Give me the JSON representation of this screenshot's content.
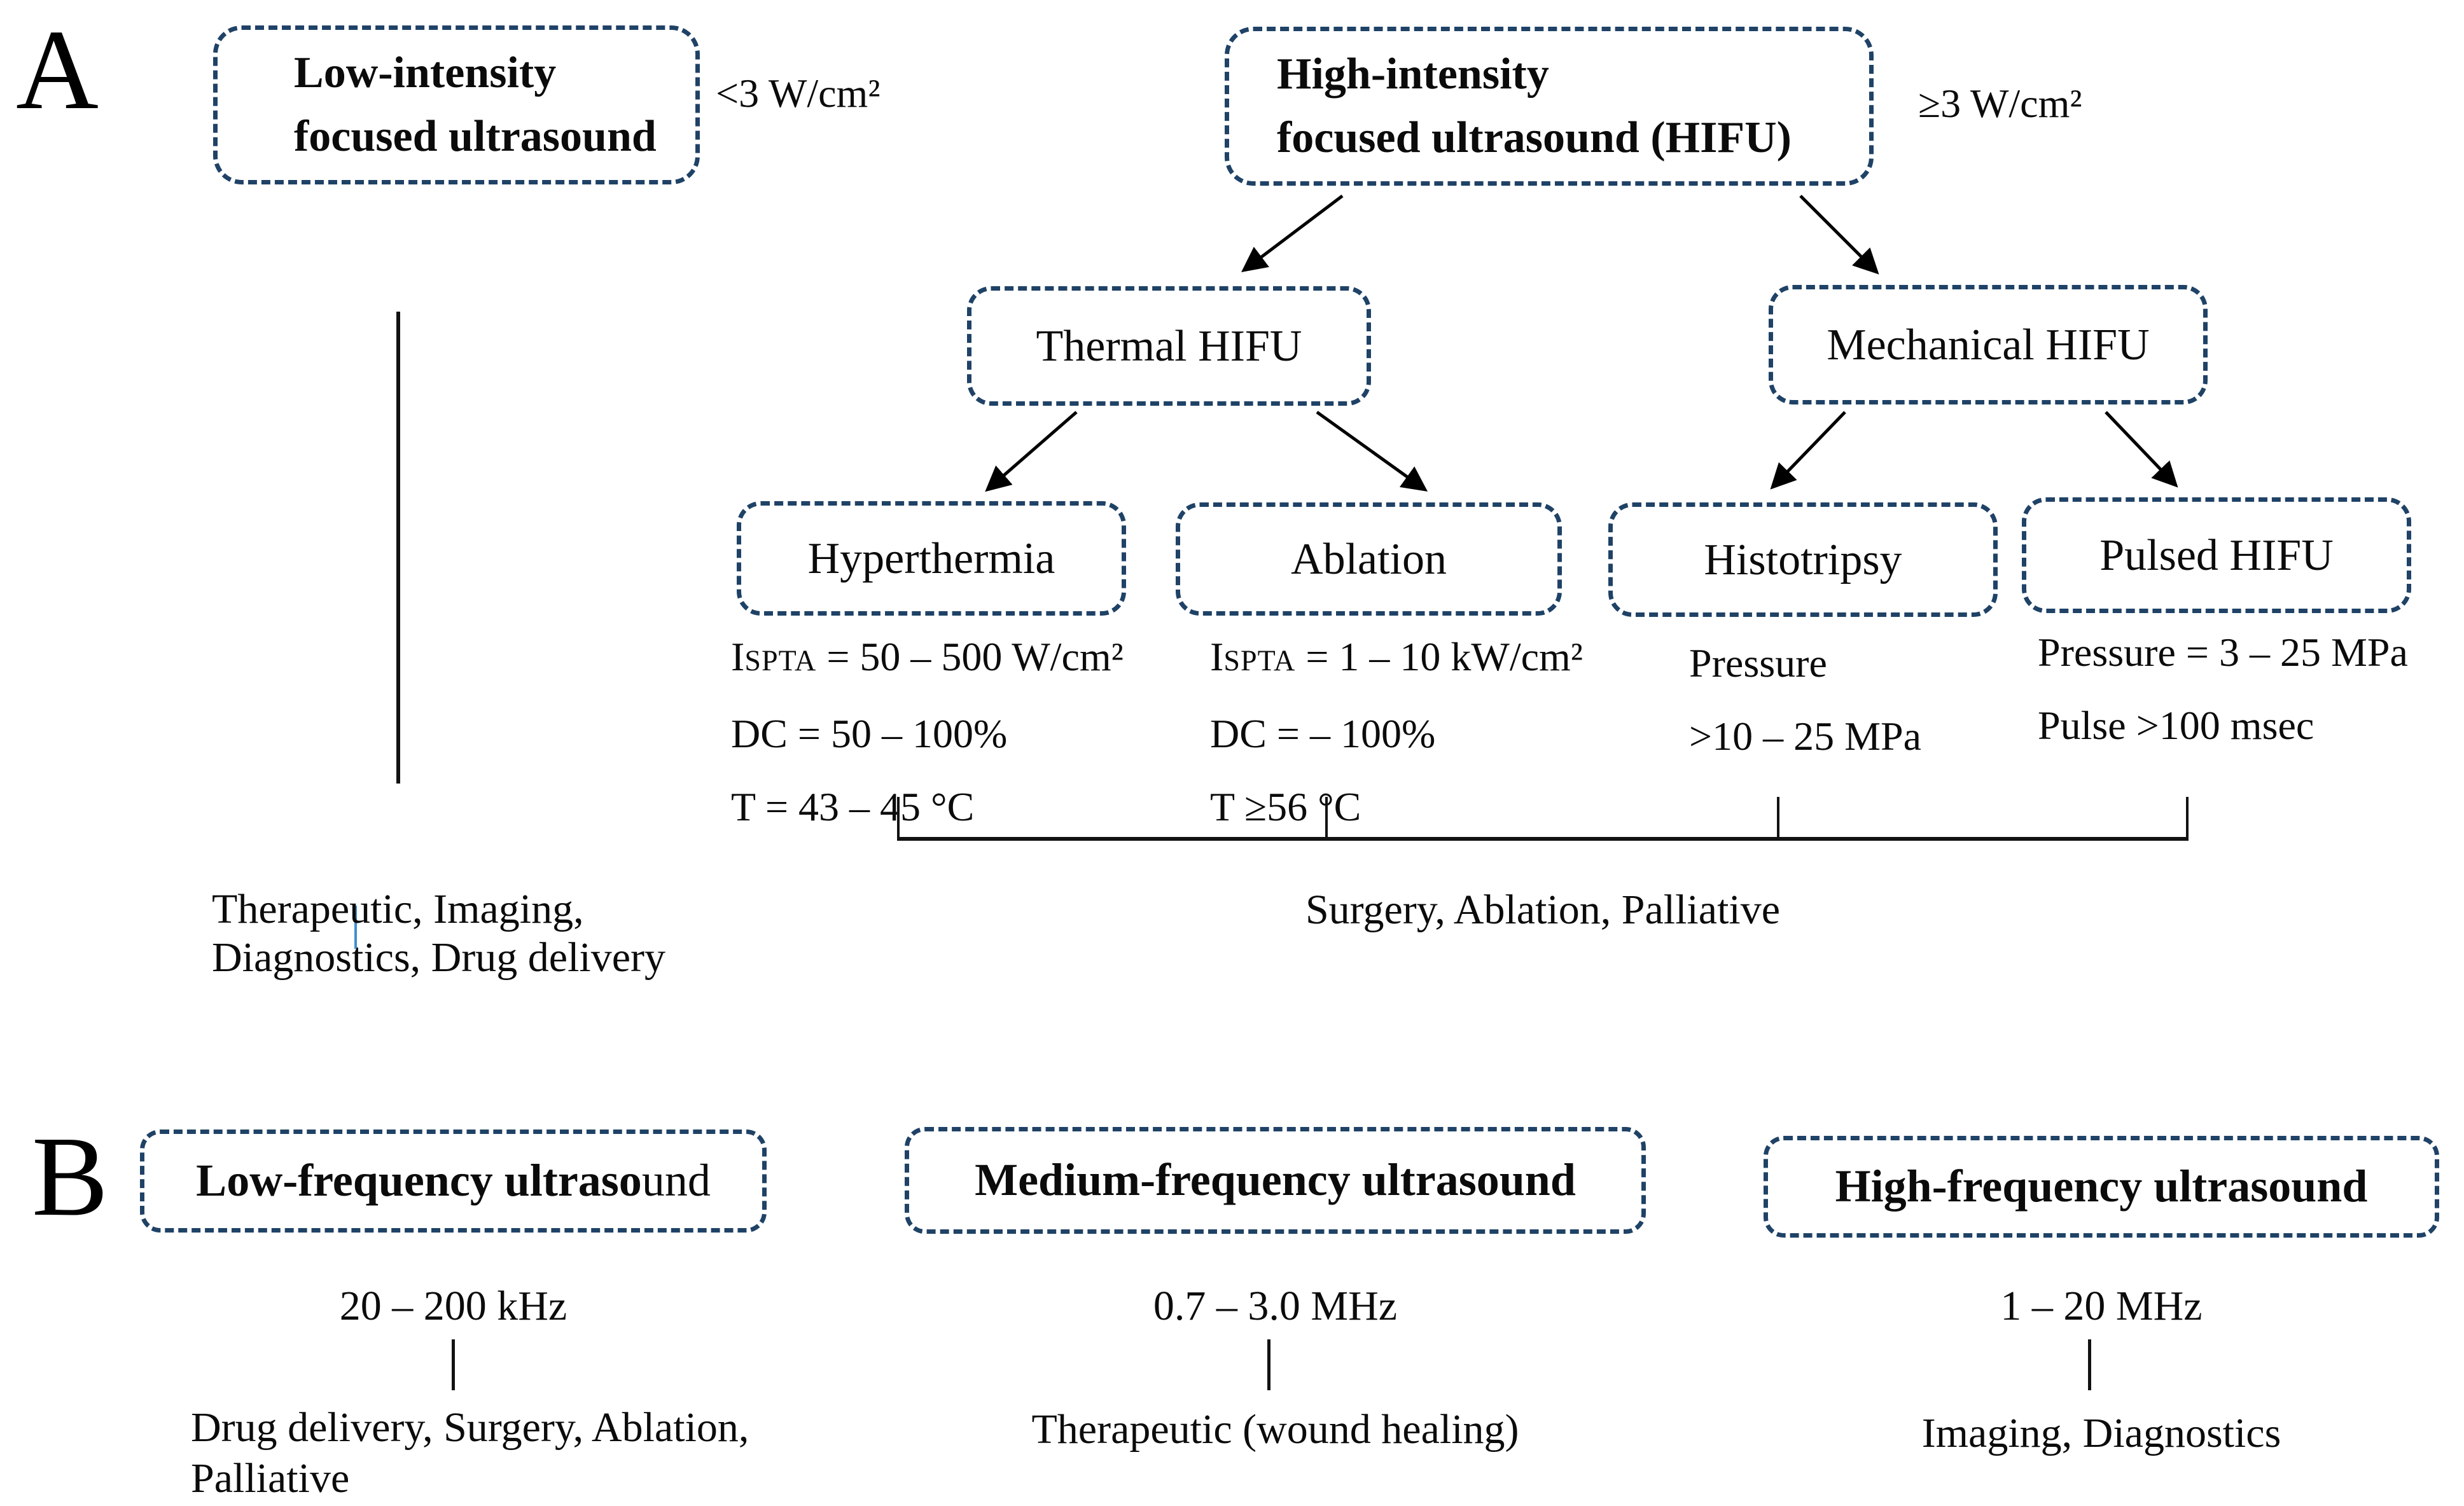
{
  "colors": {
    "box_border": "#1f4266",
    "text": "#0b0b0b",
    "caret_blue": "#3f8fd2"
  },
  "section_a": {
    "label": "A",
    "lifu": {
      "title_line1": "Low-intensity",
      "title_line2": "focused ultrasound",
      "annotation": "<3 W/cm²"
    },
    "hifu": {
      "title_line1": "High-intensity",
      "title_line2": "focused ultrasound (HIFU)",
      "annotation": "≥3 W/cm²"
    },
    "thermal": {
      "title": "Thermal HIFU"
    },
    "mechanical": {
      "title": "Mechanical HIFU"
    },
    "hyperthermia": {
      "title": "Hyperthermia",
      "ispta_prefix": "I",
      "ispta_sub": "SPTA",
      "ispta_value": " = 50 – 500 W/cm²",
      "dc": "DC = 50 – 100%",
      "t": "T = 43 – 45 °C"
    },
    "ablation": {
      "title": "Ablation",
      "ispta_prefix": "I",
      "ispta_sub": "SPTA",
      "ispta_value": " = 1 – 10 kW/cm²",
      "dc": "DC = – 100%",
      "t": "T ≥56 °C"
    },
    "histotripsy": {
      "title": "Histotripsy",
      "param_line1": "Pressure",
      "param_line2": ">10 – 25 MPa"
    },
    "pulsed": {
      "title": "Pulsed HIFU",
      "param_line1": "Pressure = 3 – 25 MPa",
      "param_line2": "Pulse >100 msec"
    },
    "lifu_applications_line1": "Therapeutic, Imaging,",
    "lifu_applications_line2": "Diagnostics, Drug delivery",
    "hifu_applications": "Surgery, Ablation, Palliative"
  },
  "section_b": {
    "label": "B",
    "low_frequency": {
      "title_bold": "Low-frequency ultraso",
      "title_regular": "und",
      "frequency": "20 – 200 kHz",
      "applications_line1": "Drug delivery, Surgery, Ablation,",
      "applications_line2": "Palliative"
    },
    "medium_frequency": {
      "title": "Medium-frequency ultrasound",
      "frequency": "0.7 – 3.0 MHz",
      "applications": "Therapeutic (wound healing)"
    },
    "high_frequency": {
      "title": "High-frequency ultrasound",
      "frequency": "1 – 20 MHz",
      "applications": "Imaging, Diagnostics"
    }
  }
}
